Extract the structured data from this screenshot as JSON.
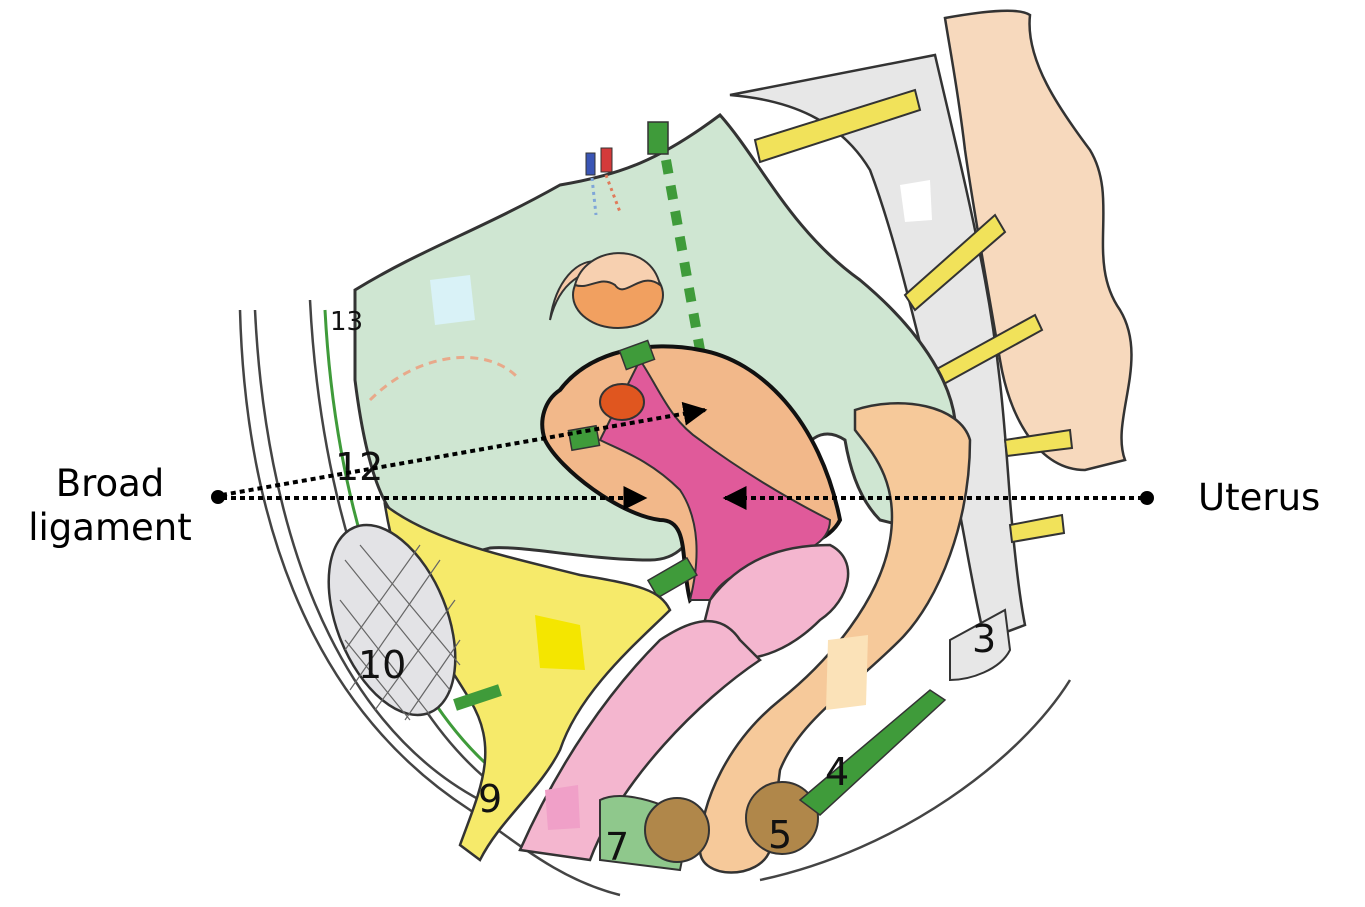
{
  "labels": {
    "broad_ligament_line1": "Broad",
    "broad_ligament_line2": "ligament",
    "uterus": "Uterus"
  },
  "numbers": {
    "n3": "3",
    "n4": "4",
    "n5": "5",
    "n7": "7",
    "n9": "9",
    "n10": "10",
    "n12": "12",
    "n13": "13"
  },
  "colors": {
    "peritoneum": "#cfe6d2",
    "uterus": "#f2b88a",
    "cervix_pink": "#e05a9a",
    "vagina_pink": "#f4b6cf",
    "bladder": "#f6ea6a",
    "rectum": "#f6c99a",
    "ligament_green": "#3f9b3a",
    "sacrum": "#e7e7e7",
    "skin": "#f7d9bd",
    "ovary": "#f1a060",
    "sphincter": "#b0874a"
  }
}
